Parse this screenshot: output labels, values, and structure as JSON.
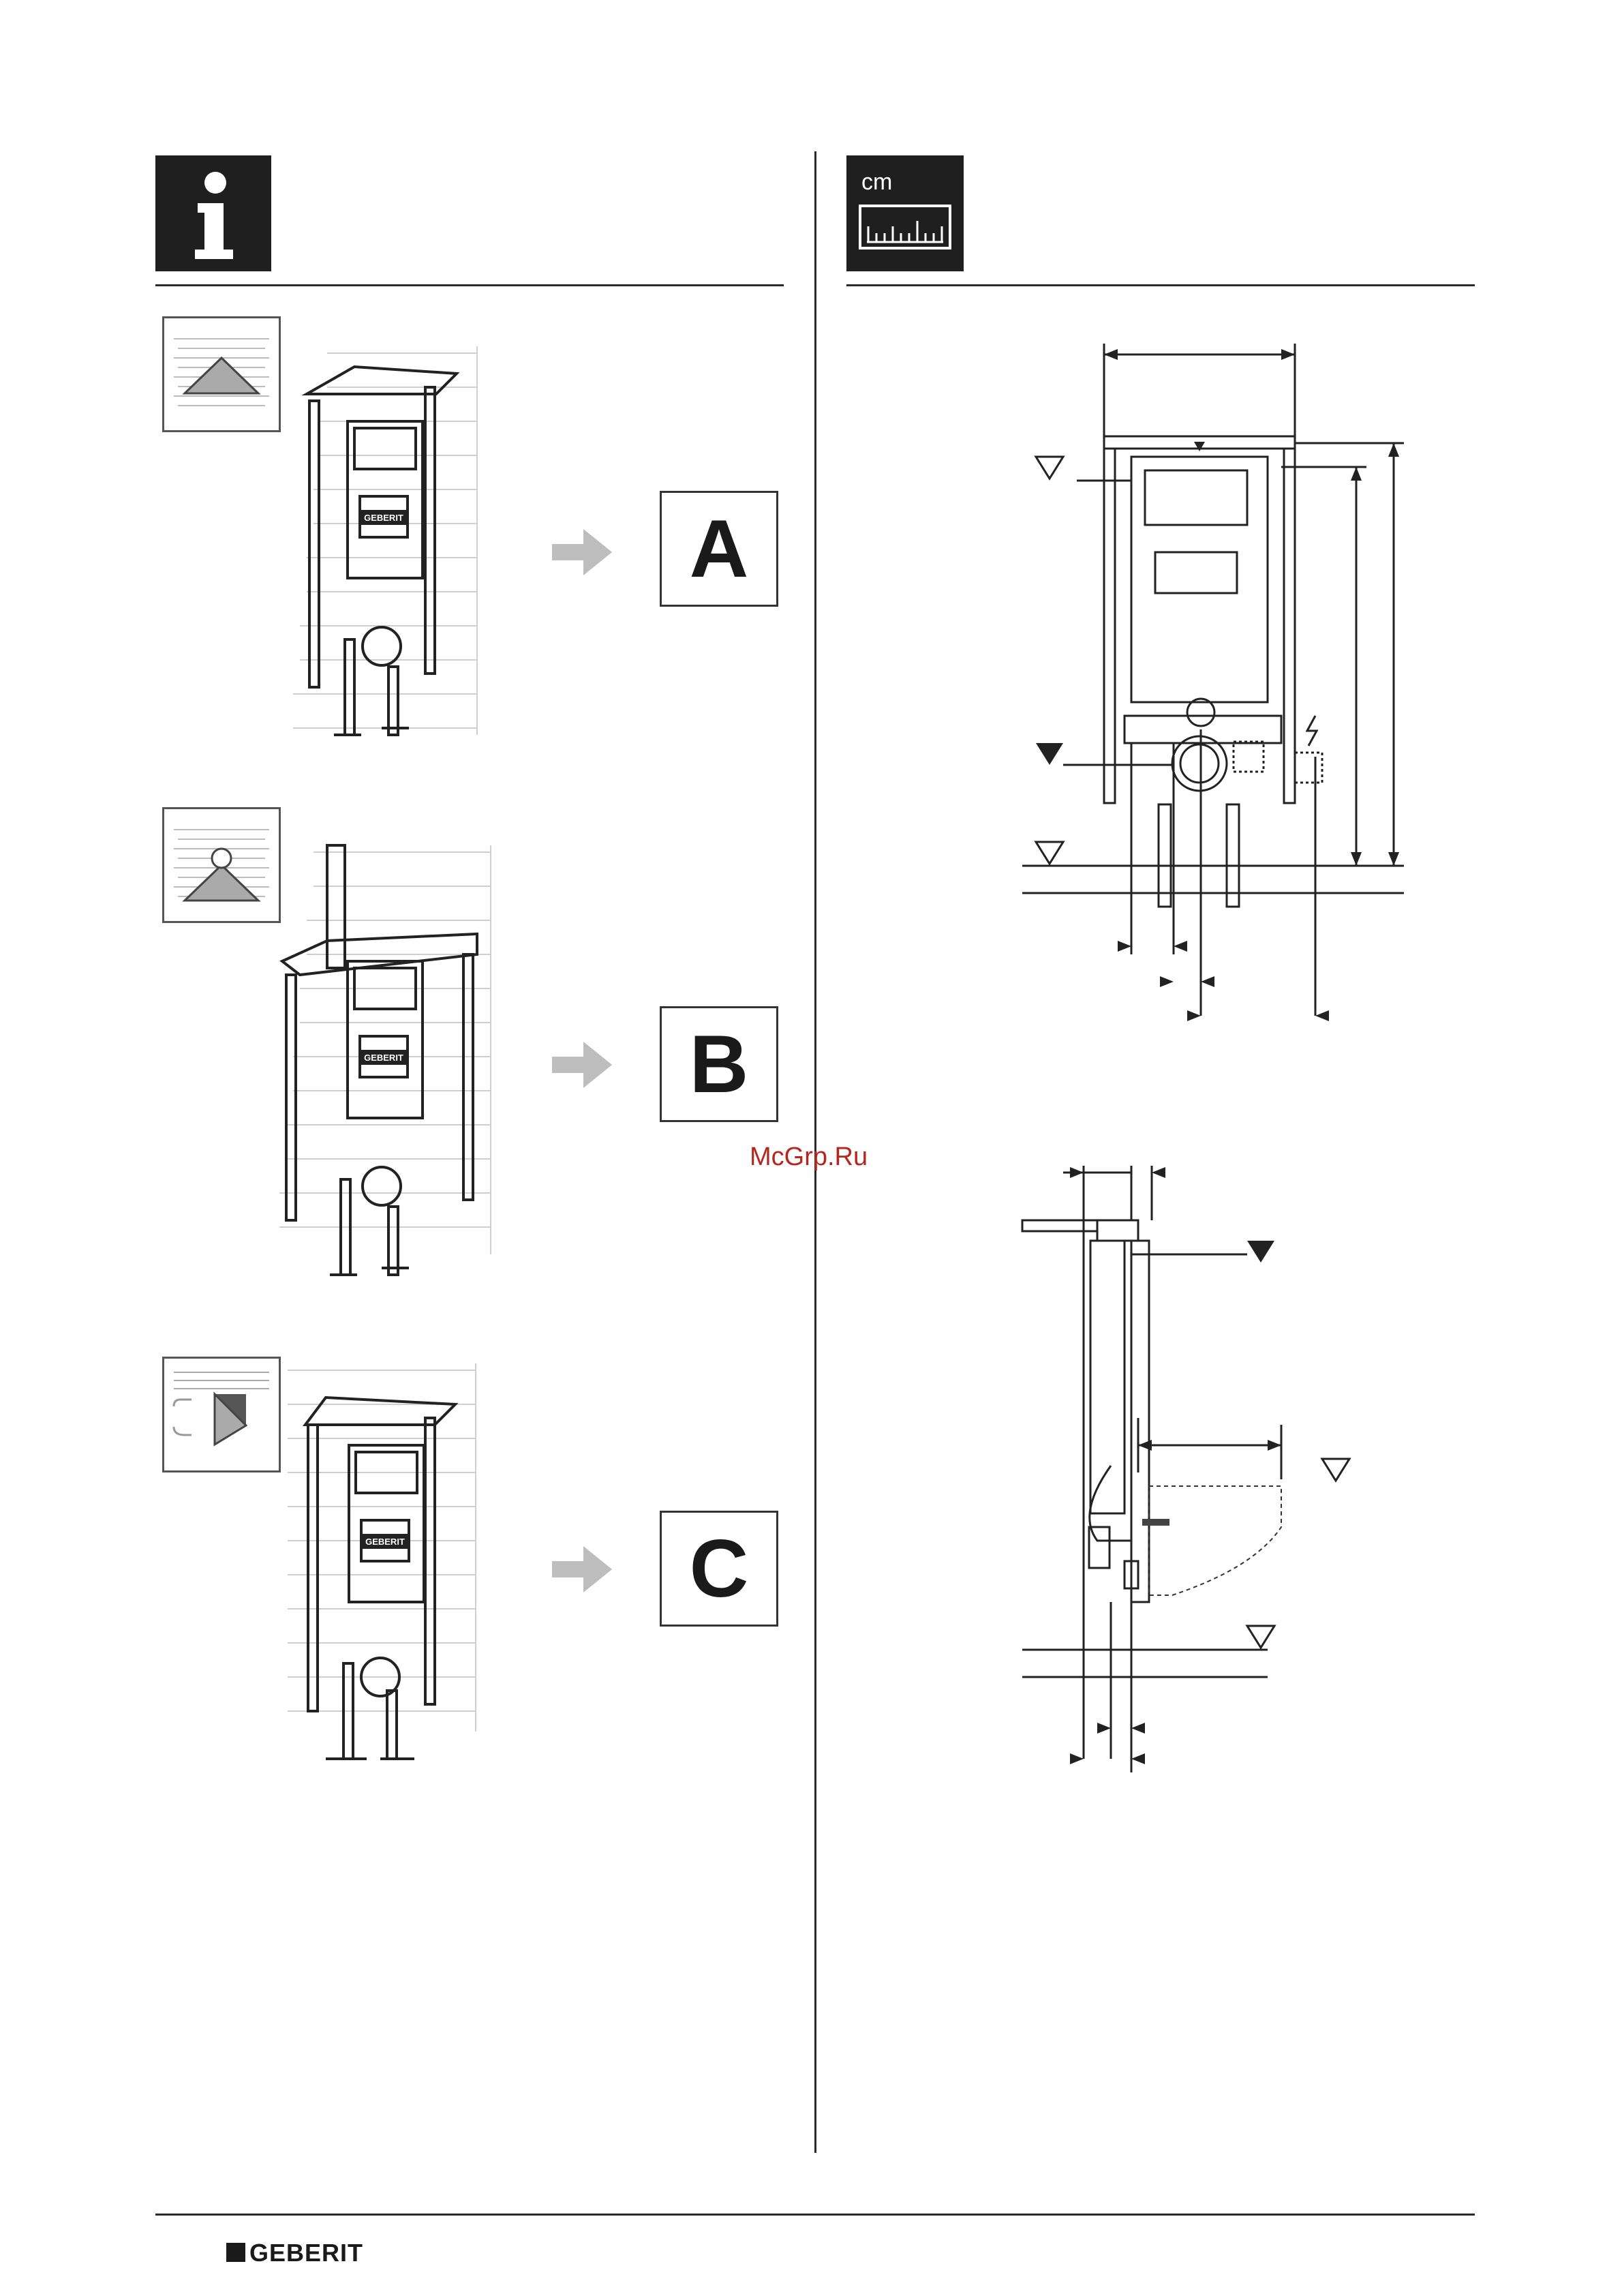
{
  "header": {
    "info_icon": "info-icon",
    "measure_icon": "ruler-icon",
    "measure_unit": "cm"
  },
  "variants": [
    {
      "letter": "A",
      "icon": "front-wall-icon"
    },
    {
      "letter": "B",
      "icon": "front-wall-pipe-icon"
    },
    {
      "letter": "C",
      "icon": "corner-wall-icon"
    }
  ],
  "frame_logo": "GEBERIT",
  "watermark": "McGrp.Ru",
  "footer": {
    "brand": "GEBERIT"
  }
}
